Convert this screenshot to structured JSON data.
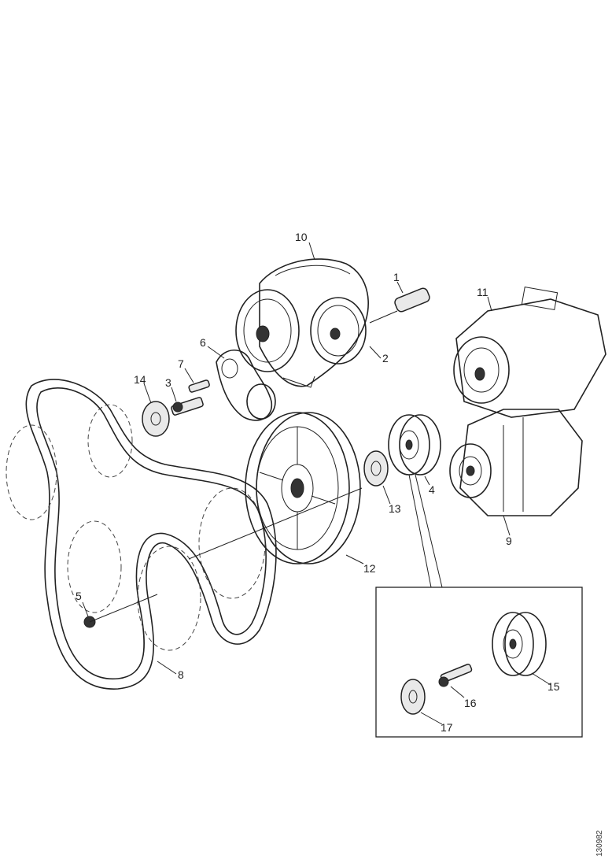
{
  "diagram": {
    "callouts": {
      "p1": "1",
      "p2": "2",
      "p3": "3",
      "p4": "4",
      "p5": "5",
      "p6": "6",
      "p7": "7",
      "p8": "8",
      "p9": "9",
      "p10": "10",
      "p11": "11",
      "p12": "12",
      "p13": "13",
      "p14": "14",
      "p15": "15",
      "p16": "16",
      "p17": "17"
    },
    "document_number": "130982"
  }
}
